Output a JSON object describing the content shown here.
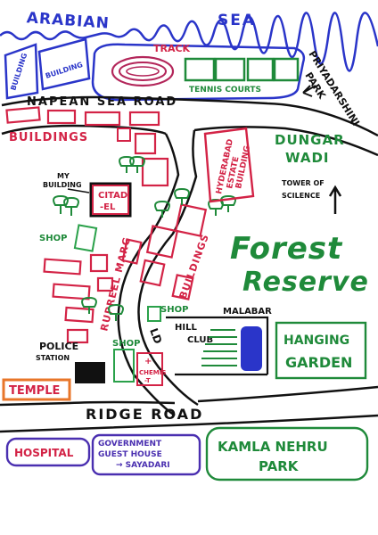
{
  "map": {
    "sea": {
      "word1": "ARABIAN",
      "word2": "SEA"
    },
    "track": "TRACK",
    "tennis_courts": "TENNIS COURTS",
    "priyadarshini": {
      "line1": "PRIYADARSHINI",
      "line2": "PARK"
    },
    "coast_buildings": [
      "BUILDING",
      "BUILDING"
    ],
    "napean_sea_road": "NAPEAN SEA ROAD",
    "buildings_top": "BUILDINGS",
    "dungar_wadi": {
      "line1": "DUNGAR",
      "line2": "WADI"
    },
    "hyderabad_estate": {
      "line1": "HYDERABAD",
      "line2": "ESTATE",
      "line3": "BUILDING"
    },
    "tower_of_silence": {
      "line1": "TOWER OF",
      "line2": "SCILENCE"
    },
    "my_building": {
      "line1": "MY",
      "line2": "BUILDING"
    },
    "citadel": {
      "line1": "CITAD",
      "line2": "-EL"
    },
    "shop_left": "SHOP",
    "ripple_marg": "RUPREEL MARG",
    "buildings_mid": "BUILDINGS",
    "forest_reserve": {
      "line1": "Forest",
      "line2": "Reserve"
    },
    "shop_center": "SHOP",
    "malabar_hill_club": {
      "line1": "MALABAR",
      "line2": "HILL",
      "line3": "CLUB"
    },
    "ld_road": "LD",
    "hanging_garden": {
      "line1": "HANGING",
      "line2": "GARDEN"
    },
    "police_station": {
      "line1": "POLICE",
      "line2": "STATION"
    },
    "shop_bottom": "SHOP",
    "chemist": {
      "line1": "+",
      "line2": "CHEMIS",
      "line3": "-T"
    },
    "temple": "TEMPLE",
    "ridge_road": "RIDGE ROAD",
    "hospital": "HOSPITAL",
    "guest_house": {
      "line1": "GOVERNMENT",
      "line2": "GUEST HOUSE",
      "line3": "→ SAYADARI"
    },
    "kamla_nehru_park": {
      "line1": "KAMLA NEHRU",
      "line2": "PARK"
    }
  }
}
